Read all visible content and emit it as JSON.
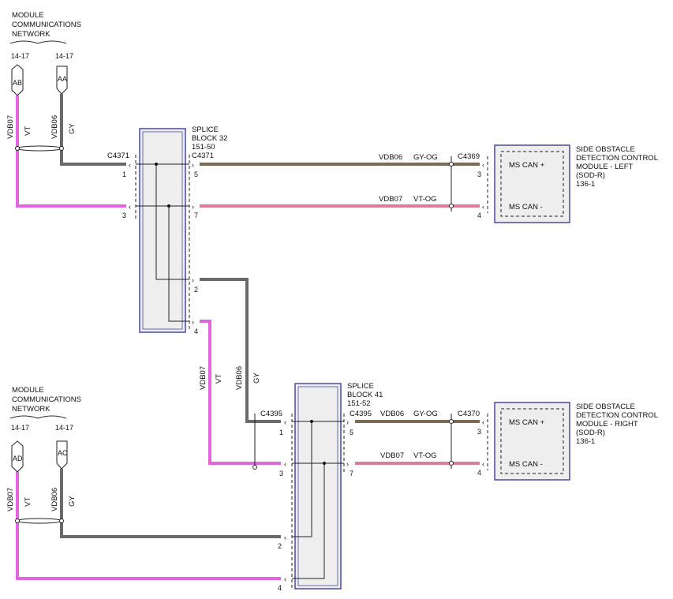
{
  "colors": {
    "violet": "#e066e0",
    "gray": "#6a6a6a",
    "gray_og": "#7a6b55",
    "vt_og": "#e07a9a",
    "block_fill": "#eeeeee",
    "block_border": "#4a4aa0"
  },
  "top_network": {
    "title_line1": "MODULE",
    "title_line2": "COMMUNICATIONS",
    "title_line3": "NETWORK",
    "ref_left": "14-17",
    "ref_right": "14-17",
    "arrow_left": "AB",
    "arrow_right": "AA"
  },
  "bottom_network": {
    "title_line1": "MODULE",
    "title_line2": "COMMUNICATIONS",
    "title_line3": "NETWORK",
    "ref_left": "14-17",
    "ref_right": "14-17",
    "arrow_left": "AD",
    "arrow_right": "AC"
  },
  "wires": {
    "vdb07": "VDB07",
    "vdb06": "VDB06",
    "vt": "VT",
    "gy": "GY",
    "gy_og": "GY-OG",
    "vt_og": "VT-OG"
  },
  "splice32": {
    "line1": "SPLICE",
    "line2": "BLOCK 32",
    "line3": "151-50",
    "conn_left": "C4371",
    "conn_right": "C4371",
    "pin_left_top": "1",
    "pin_left_bot": "3",
    "pin_right_top": "5",
    "pin_right_mid": "7",
    "pin_right_2": "2",
    "pin_right_4": "4"
  },
  "splice41": {
    "line1": "SPLICE",
    "line2": "BLOCK 41",
    "line3": "151-52",
    "conn_left": "C4395",
    "conn_right": "C4395",
    "pin_left_top": "1",
    "pin_left_bot": "3",
    "pin_right_top": "5",
    "pin_right_mid": "7",
    "pin_right_2": "2",
    "pin_right_4": "4"
  },
  "module_left": {
    "line1": "SIDE OBSTACLE",
    "line2": "DETECTION CONTROL",
    "line3": "MODULE - LEFT",
    "line4": "(SOD-R)",
    "line5": "136-1",
    "connector": "C4369",
    "pin_top": "3",
    "pin_bot": "4",
    "sig_top": "MS CAN +",
    "sig_bot": "MS CAN -"
  },
  "module_right": {
    "line1": "SIDE OBSTACLE",
    "line2": "DETECTION CONTROL",
    "line3": "MODULE - RIGHT",
    "line4": "(SOD-R)",
    "line5": "136-1",
    "connector": "C4370",
    "pin_top": "3",
    "pin_bot": "4",
    "sig_top": "MS CAN +",
    "sig_bot": "MS CAN -"
  }
}
